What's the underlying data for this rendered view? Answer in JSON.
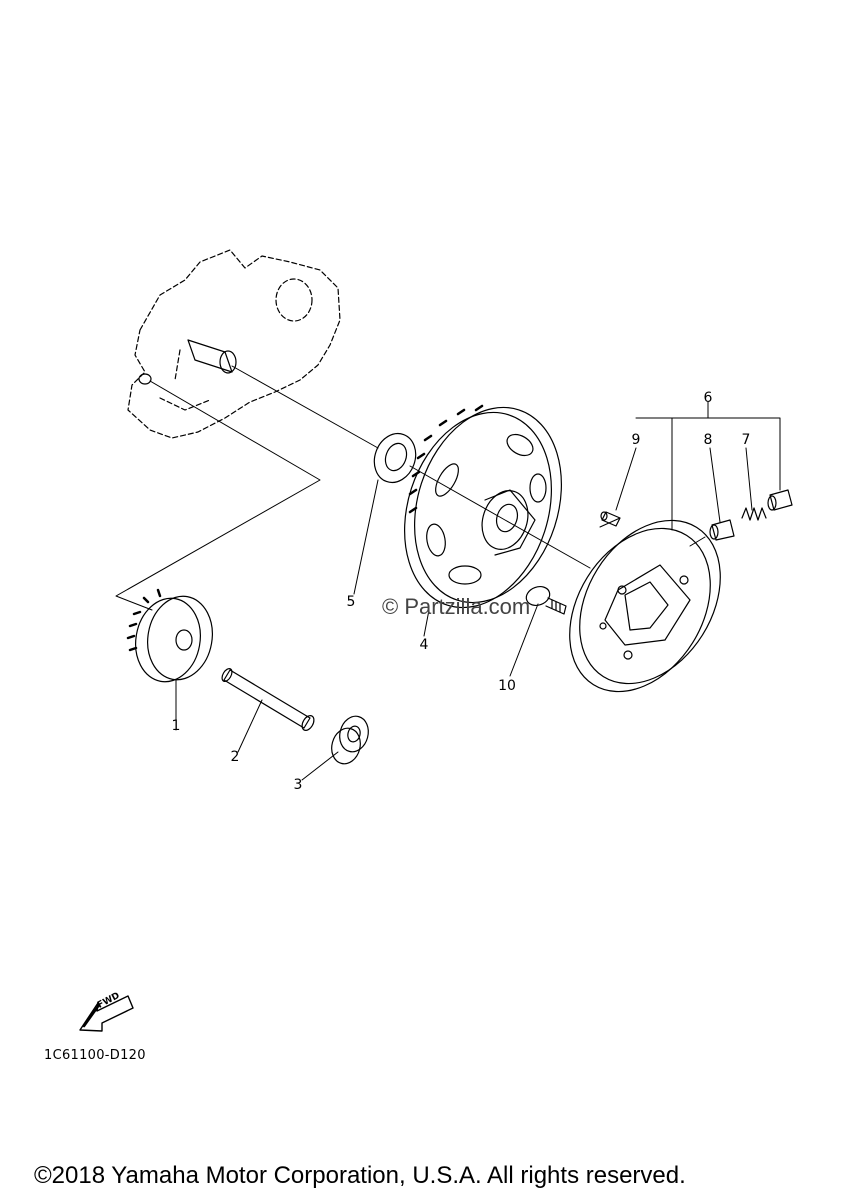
{
  "callouts": {
    "c1": "1",
    "c2": "2",
    "c3": "3",
    "c4": "4",
    "c5": "5",
    "c6": "6",
    "c7": "7",
    "c8": "8",
    "c9": "9",
    "c10": "10"
  },
  "watermark": "© Partzilla.com",
  "fwd_label": "FWD",
  "diagram_code": "1C61100-D120",
  "copyright": "©2018 Yamaha Motor Corporation, U.S.A. All rights reserved."
}
